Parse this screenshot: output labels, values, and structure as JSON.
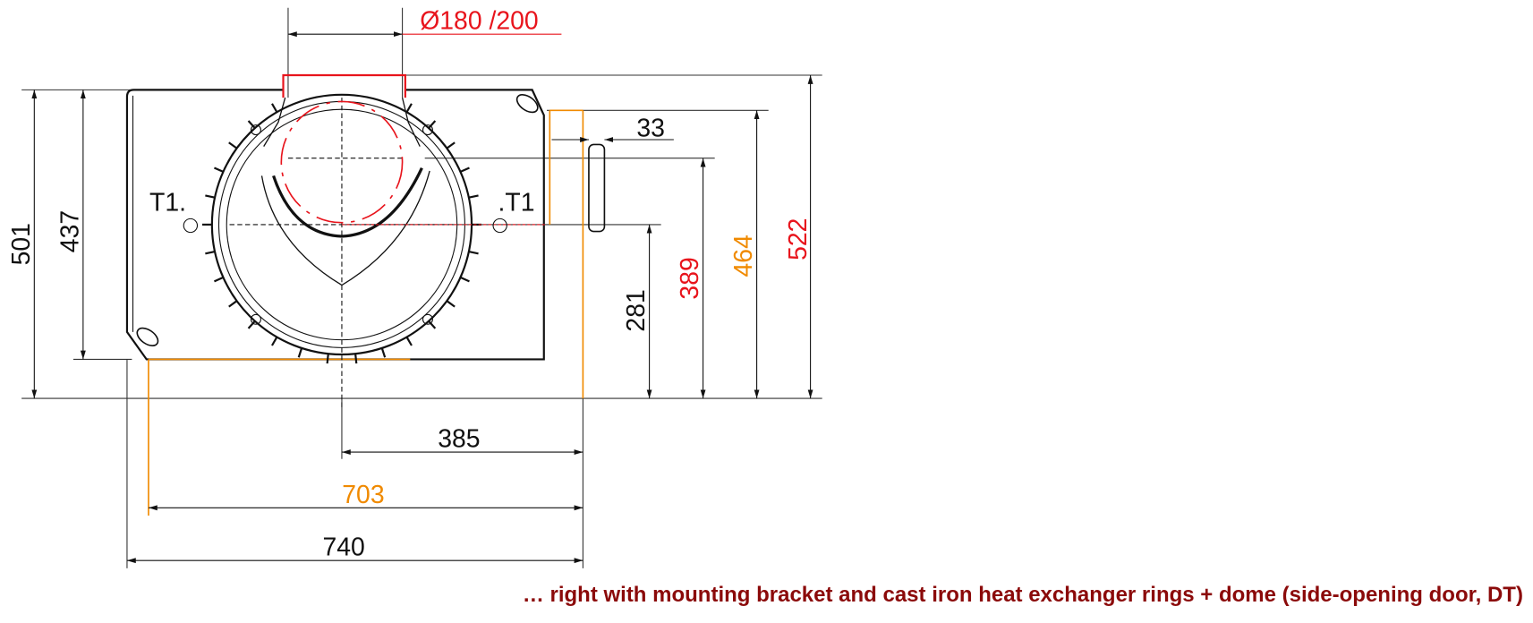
{
  "drawing": {
    "flue_diameter": "Ø180 /200",
    "labels": {
      "t1_left": "T1.",
      "t1_right": ".T1"
    },
    "dimensions": {
      "height_overall": "501",
      "height_housing": "437",
      "height_center": "281",
      "height_flue_center": "389",
      "height_orange": "464",
      "height_flue_top": "522",
      "bracket_offset": "33",
      "center_to_right": "385",
      "width_orange": "703",
      "width_overall": "740"
    },
    "caption": "… right with mounting bracket and cast iron heat exchanger rings + dome (side-opening door, DT)"
  },
  "colors": {
    "red": "#e8141c",
    "orange": "#f08a00",
    "black": "#111111",
    "caption": "#8b0a0a"
  }
}
